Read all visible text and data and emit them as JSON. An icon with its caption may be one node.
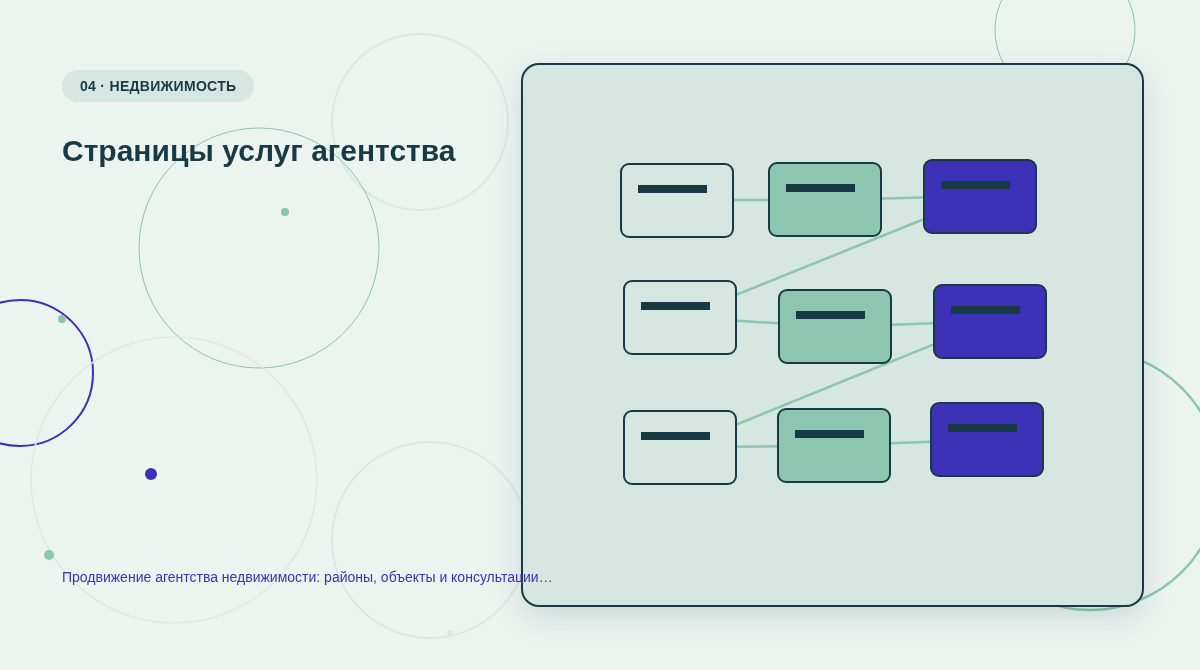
{
  "diagram": {
    "title": "Страницы услуг агентства",
    "caption": "Продвижение агентства недвижимости: районы, объекты и консультации…",
    "labels": [
      "04 · НЕДВИЖИМОСТЬ"
    ],
    "nodes": [
      {
        "text": [],
        "shape": "box"
      },
      {
        "text": [],
        "shape": "box"
      },
      {
        "text": [],
        "shape": "box"
      },
      {
        "text": [],
        "shape": "box"
      },
      {
        "text": [],
        "shape": "box"
      },
      {
        "text": [],
        "shape": "box"
      },
      {
        "text": [],
        "shape": "box"
      },
      {
        "text": [],
        "shape": "box"
      },
      {
        "text": [],
        "shape": "box"
      }
    ],
    "edges": [
      {
        "from": 0,
        "to": 1,
        "arrow": "none"
      },
      {
        "from": 1,
        "to": 2,
        "arrow": "none"
      },
      {
        "from": 2,
        "to": 3,
        "arrow": "none"
      },
      {
        "from": 3,
        "to": 4,
        "arrow": "none"
      },
      {
        "from": 4,
        "to": 5,
        "arrow": "none"
      },
      {
        "from": 5,
        "to": 6,
        "arrow": "none"
      },
      {
        "from": 6,
        "to": 7,
        "arrow": "none"
      },
      {
        "from": 7,
        "to": 8,
        "arrow": "none"
      }
    ]
  }
}
